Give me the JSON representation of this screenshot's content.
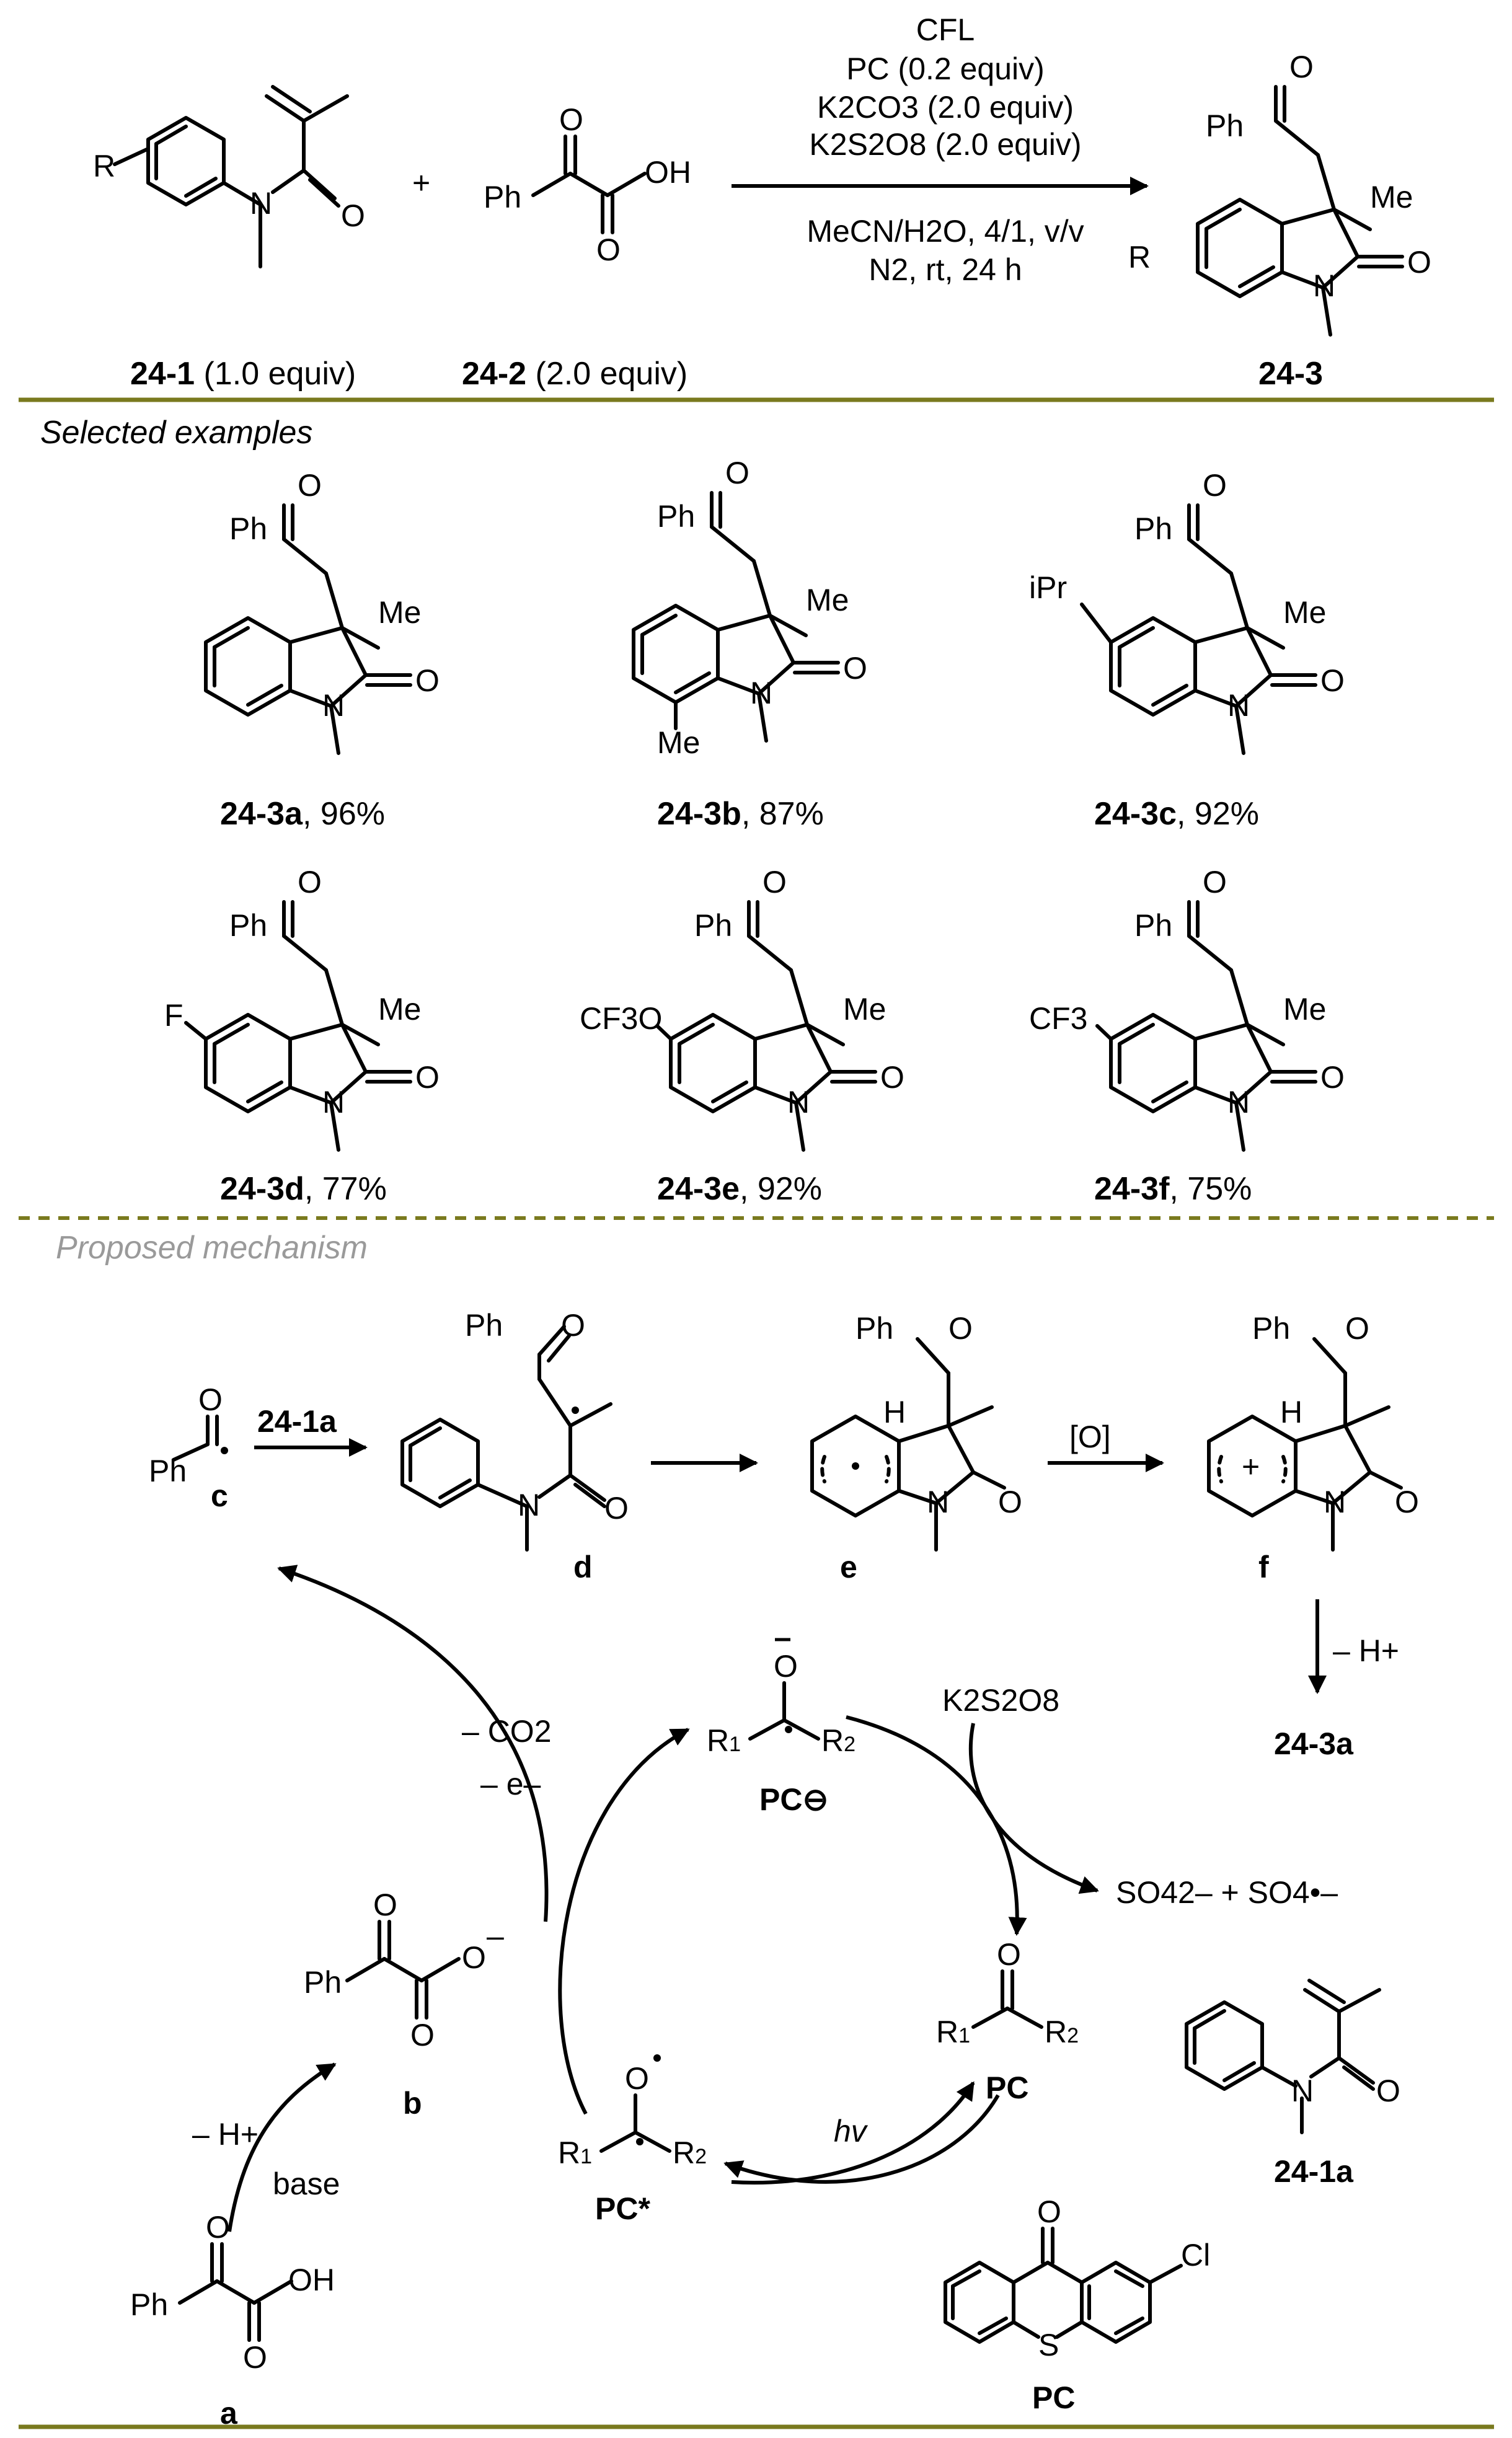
{
  "reaction": {
    "conditions": [
      "CFL",
      "PC (0.2 equiv)",
      "K2CO3 (2.0 equiv)",
      "K2S2O8 (2.0 equiv)",
      "MeCN/H2O, 4/1, v/v",
      "N2, rt, 24 h"
    ],
    "plus": "+",
    "reactant1": {
      "id": "24-1",
      "amount": " (1.0 equiv)"
    },
    "reactant2": {
      "id": "24-2",
      "amount": " (2.0 equiv)"
    },
    "product": {
      "id": "24-3"
    }
  },
  "selected_examples": {
    "title": "Selected examples",
    "items": [
      {
        "id": "24-3a",
        "yield": ", 96%",
        "substituent": ""
      },
      {
        "id": "24-3b",
        "yield": ", 87%",
        "substituent": "Me"
      },
      {
        "id": "24-3c",
        "yield": ", 92%",
        "substituent": "iPr"
      },
      {
        "id": "24-3d",
        "yield": ", 77%",
        "substituent": "F"
      },
      {
        "id": "24-3e",
        "yield": ", 92%",
        "substituent": "CF3O"
      },
      {
        "id": "24-3f",
        "yield": ", 75%",
        "substituent": "CF3"
      }
    ]
  },
  "mechanism": {
    "title": "Proposed mechanism",
    "labels": {
      "a": "a",
      "b": "b",
      "c": "c",
      "d": "d",
      "e": "e",
      "f": "f"
    },
    "reagent_24_1a": "24-1a",
    "oxidation": "[O]",
    "deprotonation": "– H+",
    "product": "24-3a",
    "decarboxylation": [
      "– CO2",
      "– e–"
    ],
    "base_step": [
      "– H+",
      "base"
    ],
    "persulfate": "K2S2O8",
    "byproducts": "SO42– + SO4•–",
    "light": "hv",
    "pc_label": "PC",
    "pc_star_label": "PC*",
    "pc_anion_label": "PC⊖",
    "catalyst_label": "PC",
    "colors": {
      "rule": "#7a7a1e",
      "mechanism_title": "#9a9a9a"
    }
  }
}
